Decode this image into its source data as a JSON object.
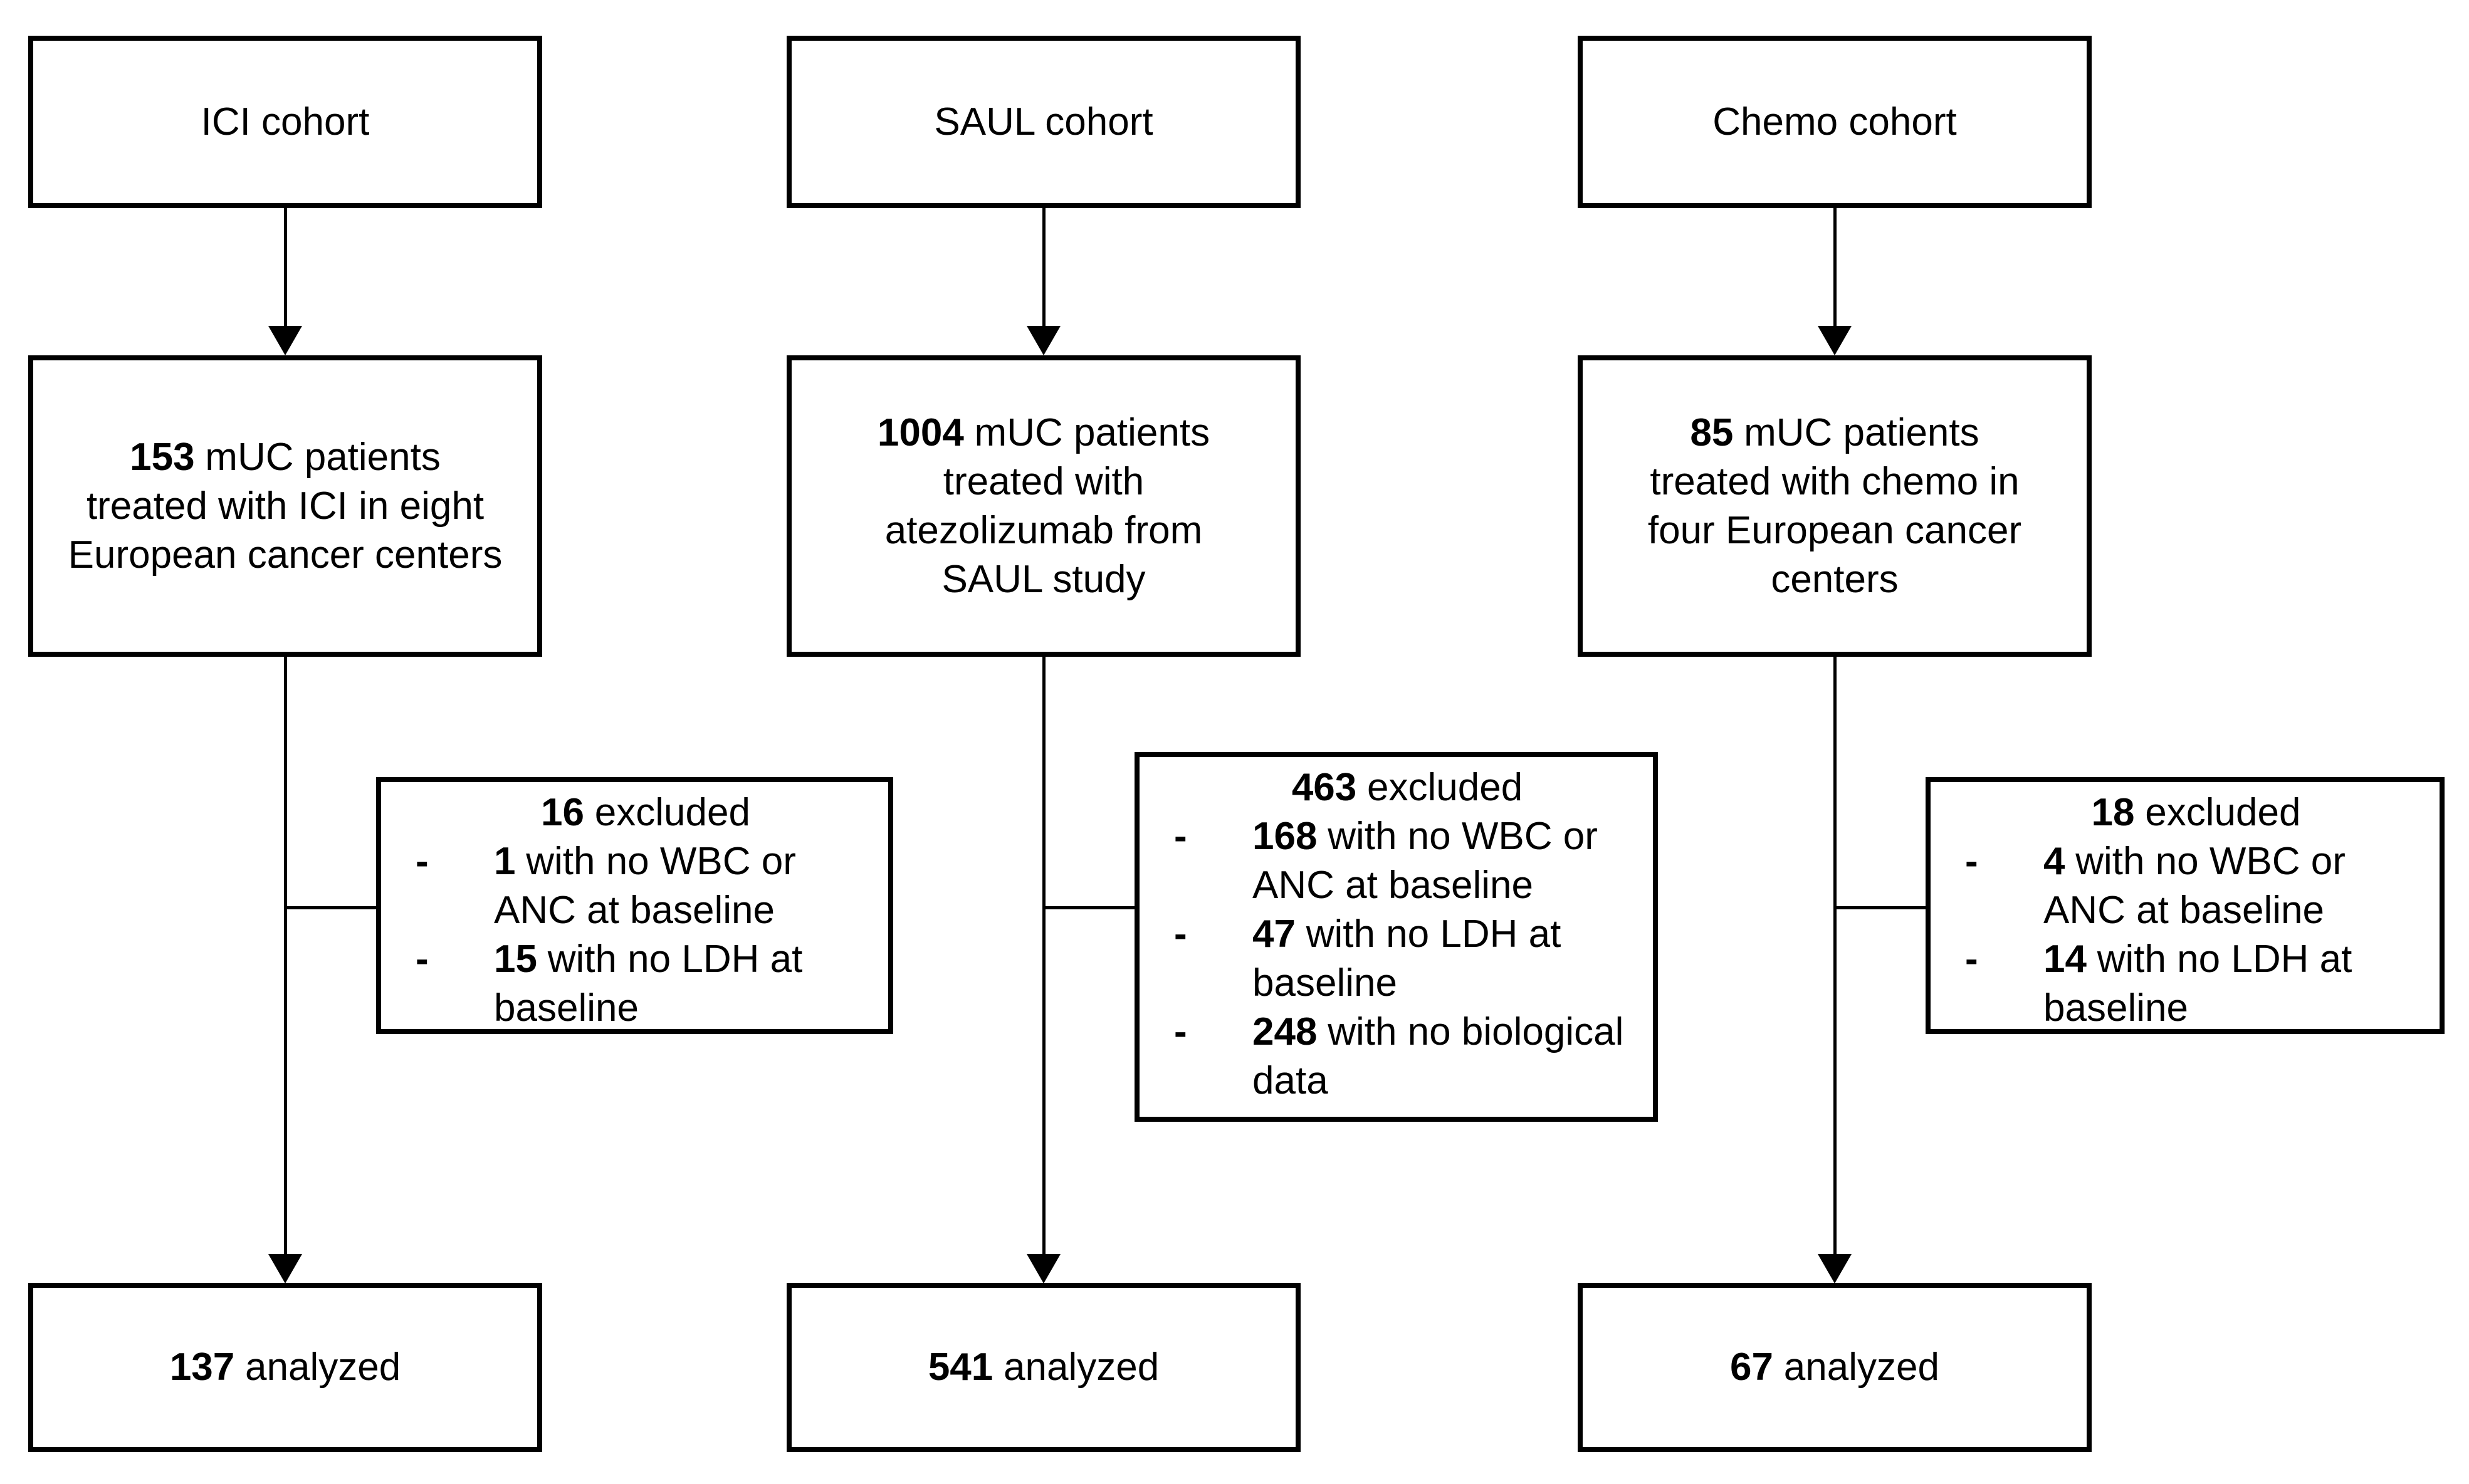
{
  "ui": {
    "bullet_char": "-",
    "colors": {
      "line": "#000000",
      "box_border": "#000000",
      "background": "#ffffff",
      "text": "#000000"
    }
  },
  "cohorts": [
    {
      "name": "ICI cohort",
      "enrolled": {
        "count": "153",
        "text": "mUC patients treated with ICI in eight European cancer centers"
      },
      "excluded": {
        "count": "16",
        "label": "excluded",
        "reasons": [
          {
            "count": "1",
            "text": "with no WBC or ANC at baseline"
          },
          {
            "count": "15",
            "text": "with no LDH at baseline"
          }
        ]
      },
      "analyzed": {
        "count": "137",
        "label": "analyzed"
      }
    },
    {
      "name": "SAUL cohort",
      "enrolled": {
        "count": "1004",
        "text": "mUC patients treated with atezolizumab from SAUL study"
      },
      "excluded": {
        "count": "463",
        "label": "excluded",
        "reasons": [
          {
            "count": "168",
            "text": "with no WBC or ANC at baseline"
          },
          {
            "count": "47",
            "text": "with no LDH at baseline"
          },
          {
            "count": "248",
            "text": "with no biological data"
          }
        ]
      },
      "analyzed": {
        "count": "541",
        "label": "analyzed"
      }
    },
    {
      "name": "Chemo cohort",
      "enrolled": {
        "count": "85",
        "text": "mUC patients treated with chemo in four European cancer centers"
      },
      "excluded": {
        "count": "18",
        "label": "excluded",
        "reasons": [
          {
            "count": "4",
            "text": "with no WBC or ANC at baseline"
          },
          {
            "count": "14",
            "text": "with no LDH at baseline"
          }
        ]
      },
      "analyzed": {
        "count": "67",
        "label": "analyzed"
      }
    }
  ]
}
